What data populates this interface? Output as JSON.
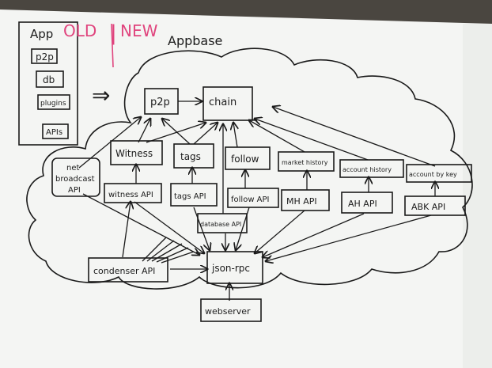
{
  "colors": {
    "ink": "#1a1a1a",
    "marker_pink": "#e0457e",
    "board": "#f4f5f3",
    "wall": "#4a4640"
  },
  "legend": {
    "title": "App",
    "items": [
      "p2p",
      "db",
      "plugins",
      "APIs"
    ]
  },
  "heading": {
    "old": "OLD",
    "separator": "|",
    "new": "NEW",
    "appbase": "Appbase"
  },
  "transition_arrow": "⇒",
  "nodes": {
    "p2p": "p2p",
    "chain": "chain",
    "witness": "Witness",
    "tags": "tags",
    "follow": "follow",
    "market_history": "market history",
    "account_history": "account history",
    "account_by_key": "account by key",
    "net_broadcast_api": [
      "net",
      "broadcast",
      "API"
    ],
    "witness_api": "witness API",
    "tags_api": "tags API",
    "follow_api": "follow API",
    "mh_api": "MH API",
    "ah_api": "AH API",
    "abk_api": "ABK API",
    "database_api": "database API",
    "condenser_api": "condenser API",
    "json_rpc": "json-rpc",
    "webserver": "webserver"
  }
}
